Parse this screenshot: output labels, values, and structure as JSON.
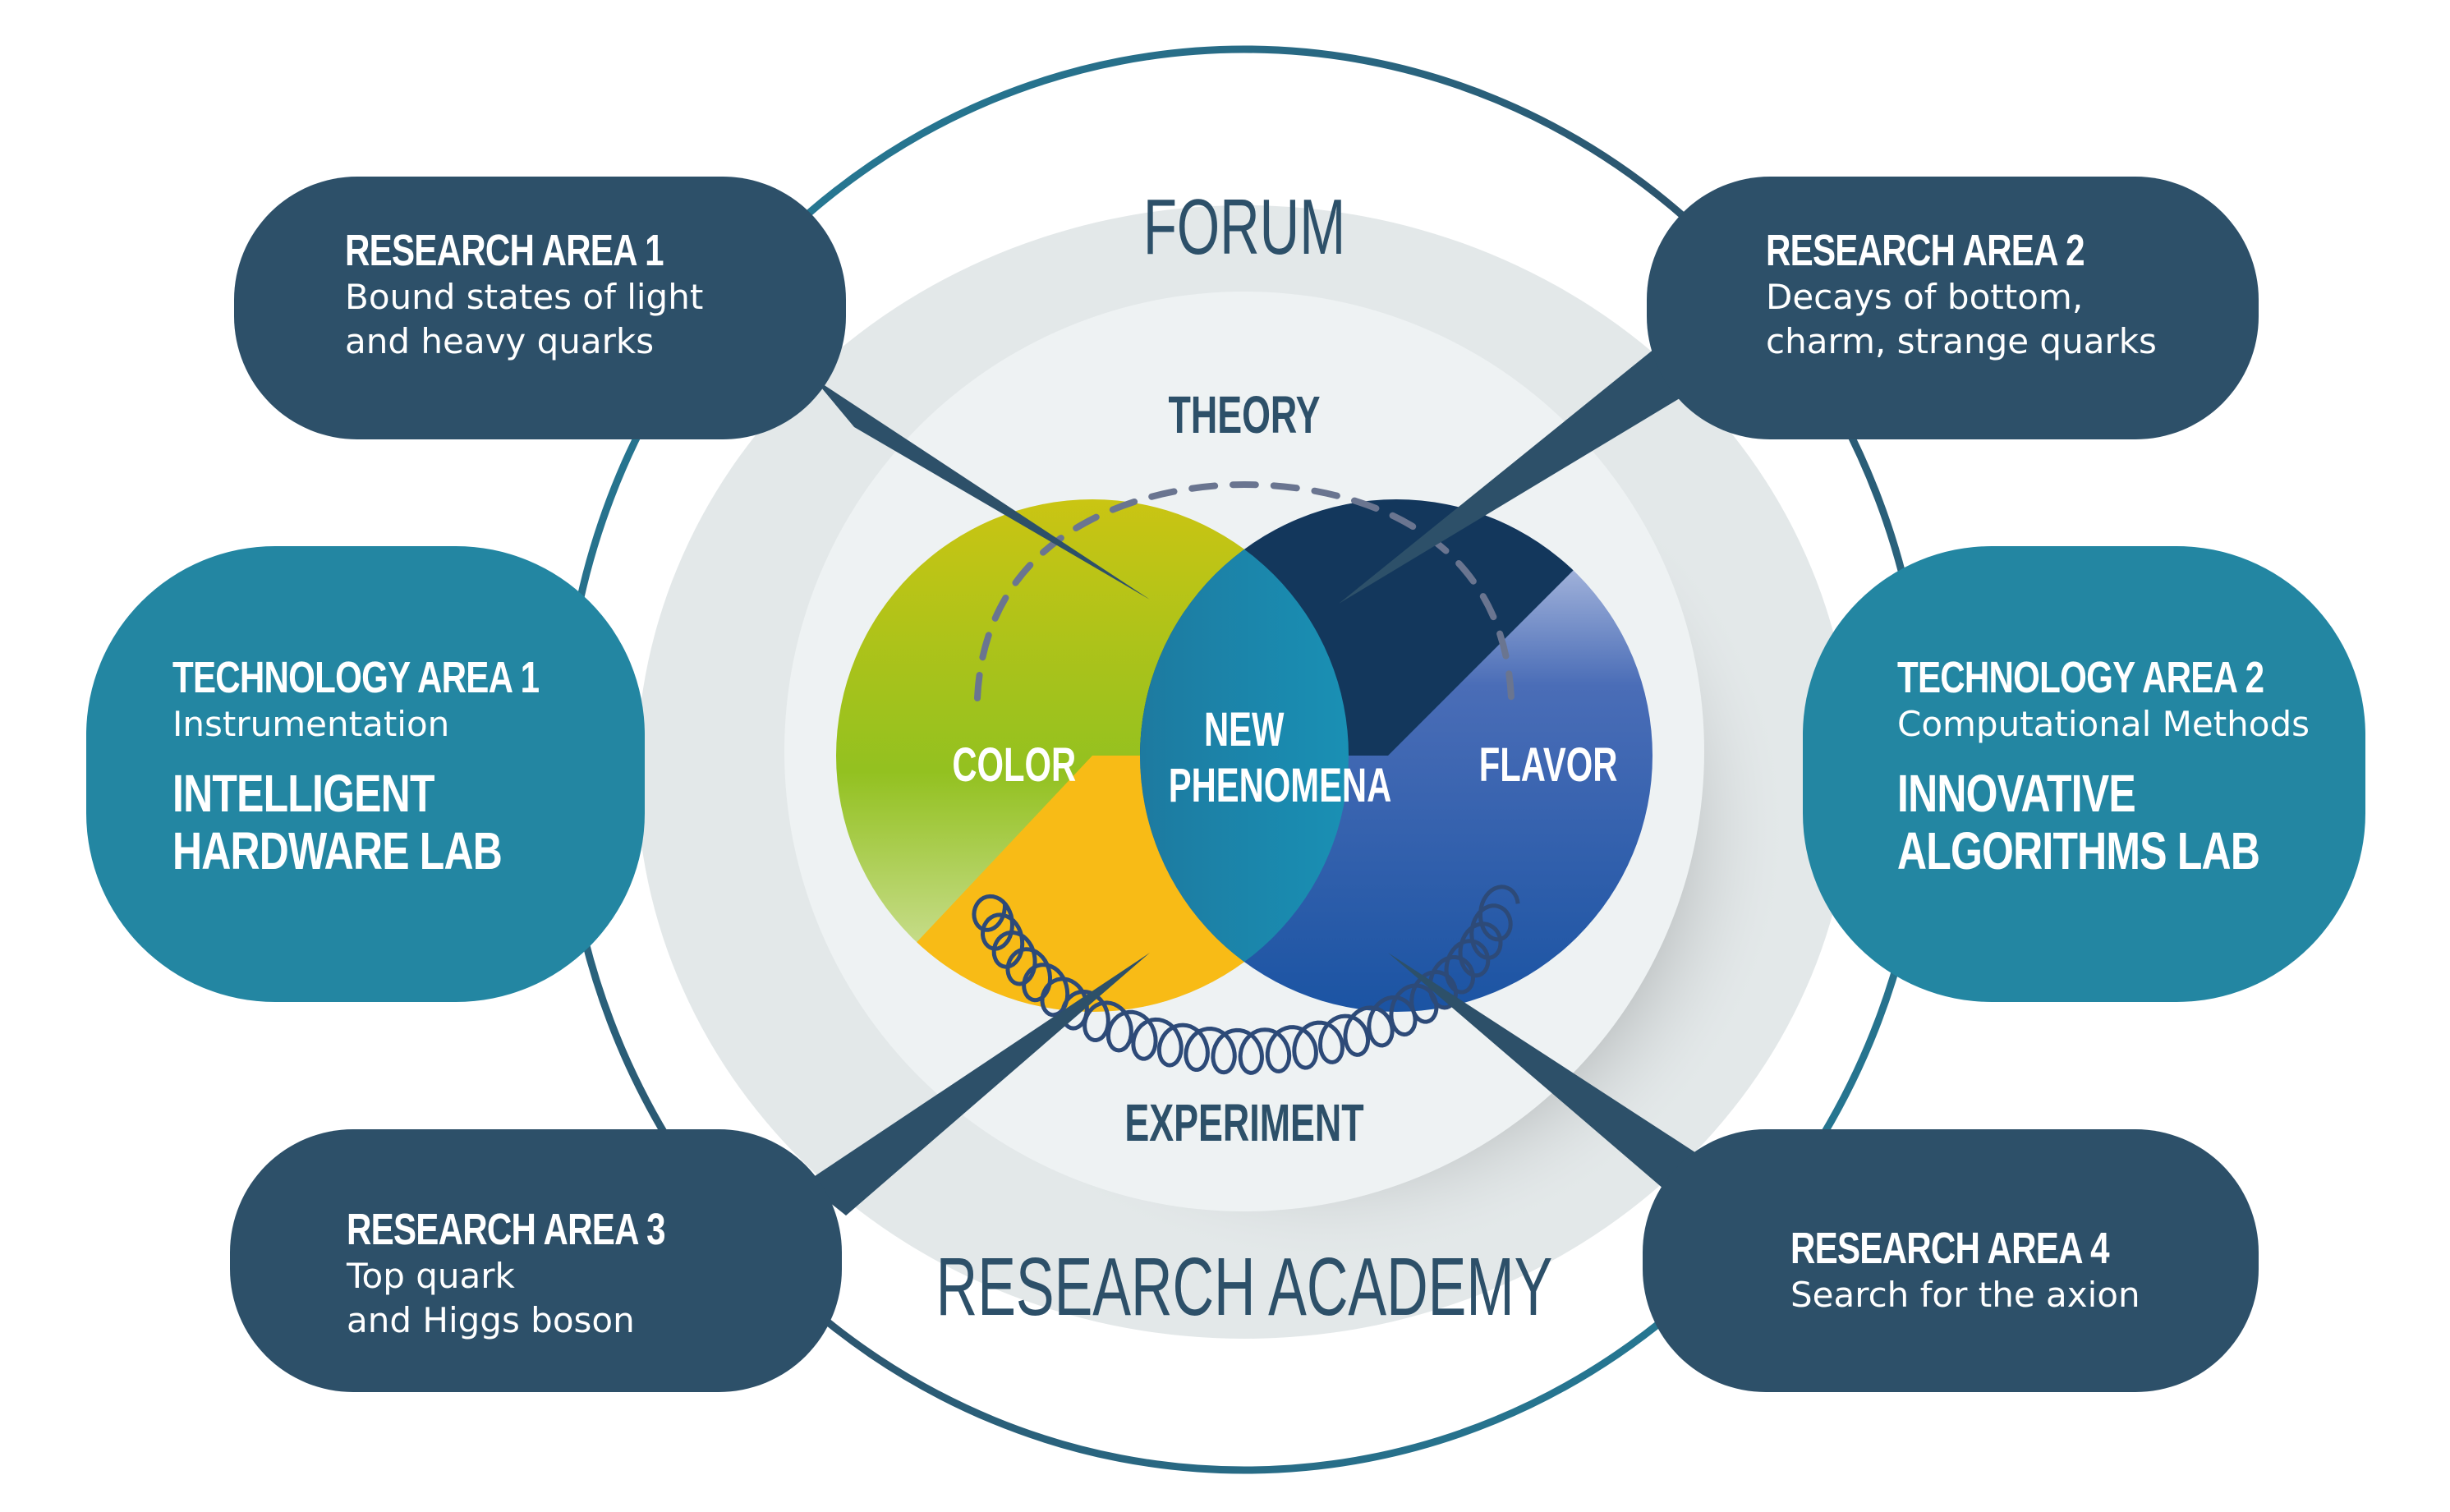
{
  "center": {
    "outer_label": "FORUM",
    "bottom_label": "RESEARCH ACADEMY",
    "theory_label": "THEORY",
    "experiment_label": "EXPERIMENT",
    "venn": {
      "left": "COLOR",
      "middle_line1": "NEW",
      "middle_line2": "PHENOMENA",
      "right": "FLAVOR"
    }
  },
  "areas": {
    "ra1": {
      "title": "RESEARCH AREA 1",
      "line1": "Bound states of light",
      "line2": "and heavy quarks"
    },
    "ra2": {
      "title": "RESEARCH AREA 2",
      "line1": "Decays of  bottom,",
      "line2": "charm, strange quarks"
    },
    "ra3": {
      "title": "RESEARCH AREA 3",
      "line1": "Top quark",
      "line2": "and Higgs boson"
    },
    "ra4": {
      "title": "RESEARCH AREA 4",
      "line1": "Search for the axion"
    },
    "ta1": {
      "title": "TECHNOLOGY AREA 1",
      "subtitle": "Instrumentation",
      "lab_line1": "INTELLIGENT",
      "lab_line2": "HARDWARE LAB"
    },
    "ta2": {
      "title": "TECHNOLOGY AREA 2",
      "subtitle": "Computational Methods",
      "lab_line1": "INNOVATIVE",
      "lab_line2": "ALGORITHMS LAB"
    }
  },
  "colors": {
    "dark_box": "#2d5069",
    "teal_box": "#2386a2",
    "color_green": "#9cc421",
    "color_yellow": "#f8bb16",
    "flavor_navy": "#13375c",
    "flavor_blue": "#1a56a4",
    "new_phenomena": "#1e8fb5"
  }
}
